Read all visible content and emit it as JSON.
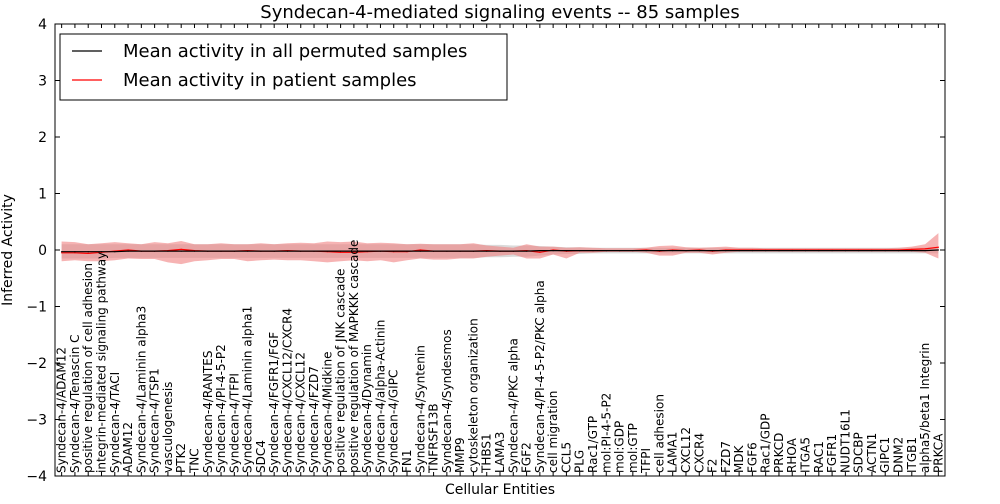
{
  "chart_data": {
    "type": "line",
    "title": "Syndecan-4-mediated signaling events -- 85 samples",
    "xlabel": "Cellular Entities",
    "ylabel": "Inferred Activity",
    "ylim": [
      -4,
      4
    ],
    "yticks": [
      "4",
      "3",
      "2",
      "1",
      "0",
      "−1",
      "−2",
      "−3",
      "−4"
    ],
    "ytick_values": [
      4,
      3,
      2,
      1,
      0,
      -1,
      -2,
      -3,
      -4
    ],
    "grid": false,
    "legend_position": "top-left",
    "categories": [
      "Syndecan-4/ADAM12",
      "Syndecan-4/Tenascin C",
      "positive regulation of cell adhesion",
      "integrin-mediated signaling pathway",
      "Syndecan-4/TACI",
      "ADAM12",
      "Syndecan-4/Laminin alpha3",
      "Syndecan-4/TSP1",
      "vasculogenesis",
      "PTK2",
      "TNC",
      "Syndecan-4/RANTES",
      "Syndecan-4/PI-4-5-P2",
      "Syndecan-4/TFPI",
      "Syndecan-4/Laminin alpha1",
      "SDC4",
      "Syndecan-4/FGFR1/FGF",
      "Syndecan-4/CXCL12/CXCR4",
      "Syndecan-4/CXCL12",
      "Syndecan-4/FZD7",
      "Syndecan-4/Midkine",
      "positive regulation of JNK cascade",
      "positive regulation of MAPKKK cascade",
      "Syndecan-4/Dynamin",
      "Syndecan-4/alpha-Actinin",
      "Syndecan-4/GIPC",
      "FN1",
      "Syndecan-4/Syntenin",
      "TNFRSF13B",
      "Syndecan-4/Syndesmos",
      "MMP9",
      "cytoskeleton organization",
      "THBS1",
      "LAMA3",
      "Syndecan-4/PKC alpha",
      "FGF2",
      "Syndecan-4/PI-4-5-P2/PKC alpha",
      "cell migration",
      "CCL5",
      "PLG",
      "Rac1/GTP",
      "mol:PI-4-5-P2",
      "mol:GDP",
      "mol:GTP",
      "TFPI",
      "cell adhesion",
      "LAMA1",
      "CXCL12",
      "CXCR4",
      "F2",
      "FZD7",
      "MDK",
      "FGF6",
      "Rac1/GDP",
      "PRKCD",
      "RHOA",
      "ITGA5",
      "RAC1",
      "FGFR1",
      "NUDT16L1",
      "SDCBP",
      "ACTN1",
      "GIPC1",
      "DNM2",
      "ITGB1",
      "alpha5/beta1 Integrin",
      "PRKCA"
    ],
    "series": [
      {
        "name": "Mean activity in all permuted samples",
        "color": "#000000",
        "band_color": "#bbbbbb",
        "values": [
          -0.03,
          -0.03,
          -0.03,
          -0.03,
          -0.03,
          -0.02,
          -0.02,
          -0.02,
          -0.02,
          -0.02,
          -0.02,
          -0.02,
          -0.02,
          -0.02,
          -0.02,
          -0.02,
          -0.02,
          -0.02,
          -0.02,
          -0.02,
          -0.02,
          -0.02,
          -0.02,
          -0.02,
          -0.02,
          -0.02,
          -0.02,
          -0.02,
          -0.02,
          -0.02,
          -0.02,
          -0.02,
          -0.02,
          -0.02,
          -0.02,
          -0.02,
          -0.01,
          -0.01,
          -0.01,
          -0.01,
          -0.01,
          -0.01,
          -0.01,
          -0.01,
          -0.01,
          -0.01,
          -0.01,
          -0.01,
          -0.01,
          -0.01,
          -0.01,
          -0.01,
          -0.01,
          -0.01,
          -0.01,
          -0.01,
          -0.01,
          -0.01,
          -0.01,
          -0.01,
          -0.01,
          -0.01,
          -0.01,
          -0.01,
          -0.01,
          -0.01,
          0.0
        ],
        "lower": [
          -0.15,
          -0.15,
          -0.15,
          -0.15,
          -0.14,
          -0.14,
          -0.14,
          -0.14,
          -0.14,
          -0.14,
          -0.14,
          -0.14,
          -0.14,
          -0.14,
          -0.14,
          -0.14,
          -0.14,
          -0.14,
          -0.14,
          -0.14,
          -0.14,
          -0.14,
          -0.14,
          -0.14,
          -0.14,
          -0.14,
          -0.14,
          -0.14,
          -0.14,
          -0.14,
          -0.14,
          -0.14,
          -0.13,
          -0.13,
          -0.12,
          -0.12,
          -0.1,
          -0.08,
          -0.07,
          -0.07,
          -0.06,
          -0.06,
          -0.06,
          -0.06,
          -0.06,
          -0.06,
          -0.06,
          -0.06,
          -0.06,
          -0.06,
          -0.06,
          -0.06,
          -0.06,
          -0.06,
          -0.06,
          -0.06,
          -0.06,
          -0.06,
          -0.06,
          -0.06,
          -0.06,
          -0.06,
          -0.06,
          -0.06,
          -0.06,
          -0.06,
          -0.06
        ],
        "upper": [
          0.1,
          0.1,
          0.1,
          0.1,
          0.1,
          0.1,
          0.1,
          0.1,
          0.1,
          0.1,
          0.1,
          0.1,
          0.1,
          0.1,
          0.1,
          0.1,
          0.1,
          0.1,
          0.1,
          0.1,
          0.1,
          0.1,
          0.1,
          0.1,
          0.1,
          0.1,
          0.1,
          0.1,
          0.1,
          0.1,
          0.1,
          0.1,
          0.09,
          0.09,
          0.08,
          0.08,
          0.07,
          0.06,
          0.05,
          0.05,
          0.04,
          0.04,
          0.04,
          0.04,
          0.04,
          0.04,
          0.04,
          0.04,
          0.04,
          0.04,
          0.04,
          0.04,
          0.04,
          0.04,
          0.04,
          0.04,
          0.04,
          0.04,
          0.04,
          0.04,
          0.04,
          0.04,
          0.04,
          0.04,
          0.04,
          0.04,
          0.05
        ]
      },
      {
        "name": "Mean activity in patient samples",
        "color": "#ff0000",
        "band_color": "#f08080",
        "values": [
          -0.05,
          -0.05,
          -0.06,
          -0.04,
          -0.02,
          0.0,
          -0.02,
          -0.02,
          -0.01,
          0.01,
          -0.01,
          -0.02,
          -0.02,
          -0.02,
          -0.01,
          -0.02,
          -0.02,
          -0.01,
          -0.02,
          -0.02,
          -0.03,
          -0.04,
          -0.04,
          -0.03,
          -0.02,
          -0.03,
          -0.03,
          0.0,
          -0.02,
          -0.02,
          -0.02,
          -0.02,
          -0.01,
          -0.02,
          -0.02,
          -0.01,
          -0.04,
          0.0,
          -0.02,
          -0.01,
          -0.01,
          -0.01,
          -0.01,
          -0.01,
          0.0,
          -0.02,
          0.0,
          -0.01,
          0.0,
          -0.02,
          0.0,
          0.0,
          0.0,
          0.0,
          0.0,
          0.0,
          0.0,
          0.0,
          0.0,
          0.0,
          0.0,
          0.0,
          0.0,
          0.0,
          0.01,
          0.02,
          0.05
        ],
        "lower": [
          -0.2,
          -0.18,
          -0.2,
          -0.2,
          -0.18,
          -0.15,
          -0.16,
          -0.16,
          -0.22,
          -0.25,
          -0.2,
          -0.18,
          -0.16,
          -0.16,
          -0.2,
          -0.18,
          -0.17,
          -0.18,
          -0.18,
          -0.2,
          -0.22,
          -0.2,
          -0.18,
          -0.2,
          -0.18,
          -0.22,
          -0.18,
          -0.15,
          -0.17,
          -0.17,
          -0.15,
          -0.15,
          -0.12,
          -0.1,
          -0.08,
          -0.15,
          -0.15,
          -0.08,
          -0.15,
          -0.05,
          -0.05,
          -0.03,
          -0.03,
          -0.03,
          -0.05,
          -0.1,
          -0.1,
          -0.05,
          -0.05,
          -0.08,
          -0.05,
          -0.03,
          -0.03,
          -0.03,
          -0.03,
          -0.03,
          -0.03,
          -0.03,
          -0.03,
          -0.03,
          -0.03,
          -0.03,
          -0.03,
          -0.03,
          -0.03,
          -0.05,
          -0.15
        ],
        "upper": [
          0.15,
          0.14,
          0.1,
          0.12,
          0.14,
          0.12,
          0.1,
          0.14,
          0.12,
          0.16,
          0.1,
          0.1,
          0.12,
          0.1,
          0.1,
          0.12,
          0.1,
          0.12,
          0.13,
          0.12,
          0.15,
          0.14,
          0.15,
          0.12,
          0.13,
          0.12,
          0.1,
          0.11,
          0.1,
          0.1,
          0.1,
          0.12,
          0.08,
          0.06,
          0.04,
          0.1,
          0.06,
          0.06,
          0.04,
          0.05,
          0.04,
          0.03,
          0.03,
          0.03,
          0.04,
          0.07,
          0.08,
          0.05,
          0.04,
          0.05,
          0.06,
          0.04,
          0.04,
          0.03,
          0.03,
          0.03,
          0.03,
          0.03,
          0.03,
          0.03,
          0.03,
          0.03,
          0.03,
          0.04,
          0.06,
          0.1,
          0.3
        ]
      }
    ]
  }
}
